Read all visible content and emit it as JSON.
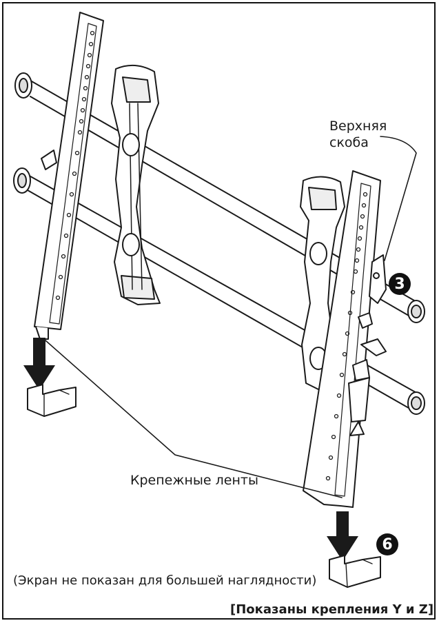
{
  "labels": {
    "upper_bracket": [
      "Верхняя",
      "скоба"
    ],
    "mounting_straps": "Крепежные ленты",
    "note": "(Экран не показан для большей наглядности)",
    "footer": "[Показаны крепления Y и Z]"
  },
  "steps": {
    "step_3": "3",
    "step_6": "6"
  },
  "colors": {
    "line": "#1a1a1a",
    "fill": "#ffffff",
    "shade": "#d9d9d9"
  }
}
